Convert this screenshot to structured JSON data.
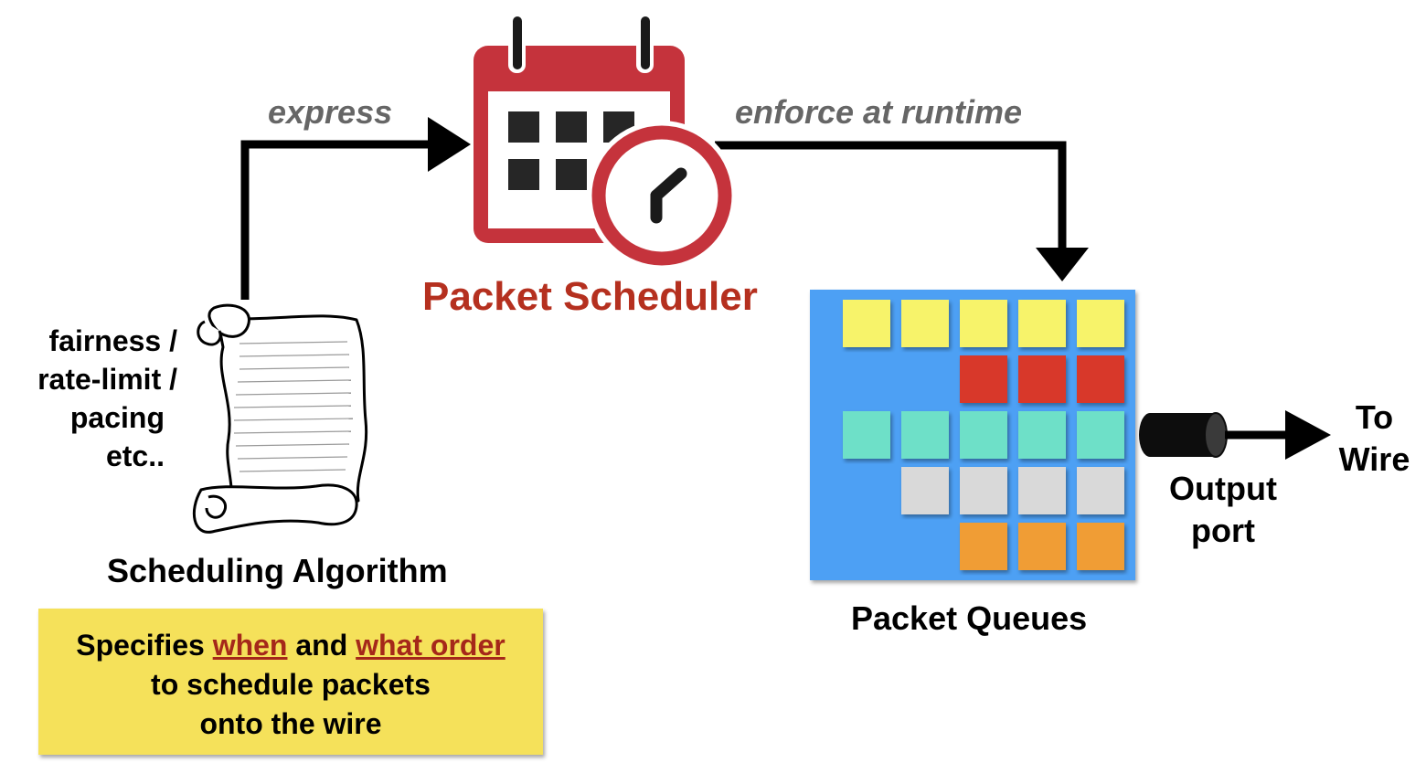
{
  "scheduler": {
    "title": "Packet Scheduler"
  },
  "arrows": {
    "express": "express",
    "enforce": "enforce at runtime"
  },
  "algorithm": {
    "label": "Scheduling Algorithm",
    "criteria": [
      "fairness /",
      "rate-limit /",
      "pacing",
      "etc.."
    ]
  },
  "note": {
    "prefix": "Specifies ",
    "emph1": "when",
    "mid": " and ",
    "emph2": "what order",
    "line2": "to schedule packets",
    "line3": "onto the wire"
  },
  "queues": {
    "label": "Packet Queues",
    "rows": [
      {
        "color": "#f7f36b",
        "count": 5
      },
      {
        "color": "#d8392a",
        "count": 3
      },
      {
        "color": "#6ee0c8",
        "count": 5
      },
      {
        "color": "#d9d9d9",
        "count": 4
      },
      {
        "color": "#f09d35",
        "count": 3
      }
    ],
    "background_color": "#4da0f4"
  },
  "output": {
    "port_line1": "Output",
    "port_line2": "port",
    "wire_line1": "To",
    "wire_line2": "Wire"
  },
  "colors": {
    "scheduler_red": "#c5333c",
    "title_red": "#b5301f"
  },
  "icons": [
    "calendar-clock-icon",
    "scroll-icon",
    "output-port-icon"
  ]
}
